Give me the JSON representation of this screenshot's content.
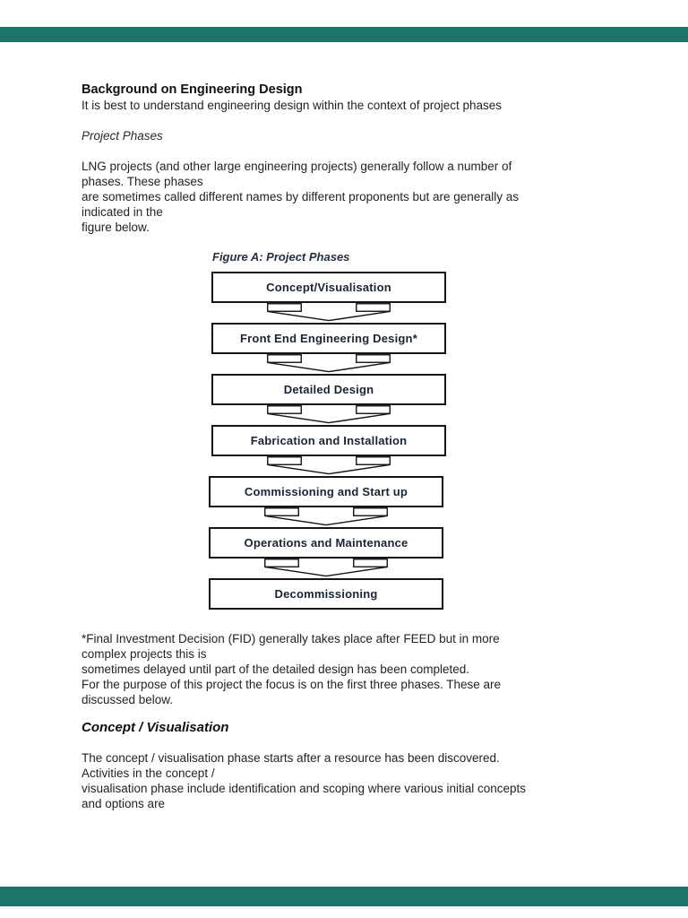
{
  "page": {
    "background": "#ffffff",
    "separator_color": "#1e7468"
  },
  "document": {
    "title": "Background on Engineering Design",
    "intro": "It is best to understand engineering design within the context of project phases",
    "section1_heading": "Project Phases",
    "paragraph1_lines": [
      "LNG projects (and other large engineering projects) generally follow a number of",
      "phases. These phases",
      "are sometimes called different names by different proponents but are generally as",
      "indicated in the",
      "figure below."
    ],
    "figure": {
      "caption": "Figure A: Project Phases",
      "phases": [
        "Concept/Visualisation",
        "Front End Engineering Design*",
        "Detailed Design",
        "Fabrication and Installation",
        "Commissioning and Start up",
        "Operations and Maintenance",
        "Decommissioning"
      ]
    },
    "footnote_lines": [
      "*Final Investment Decision (FID) generally takes place after FEED but in more",
      "complex projects this is",
      "sometimes delayed until part of the detailed design has been completed.",
      "For the purpose of this project the focus is on the first three phases. These are",
      "discussed below."
    ],
    "section2_heading": "Concept / Visualisation",
    "paragraph2_lines": [
      "The concept / visualisation phase starts after a resource has been discovered.",
      "Activities in the concept /",
      "visualisation phase include identification and scoping where various initial concepts",
      "and options are"
    ]
  }
}
